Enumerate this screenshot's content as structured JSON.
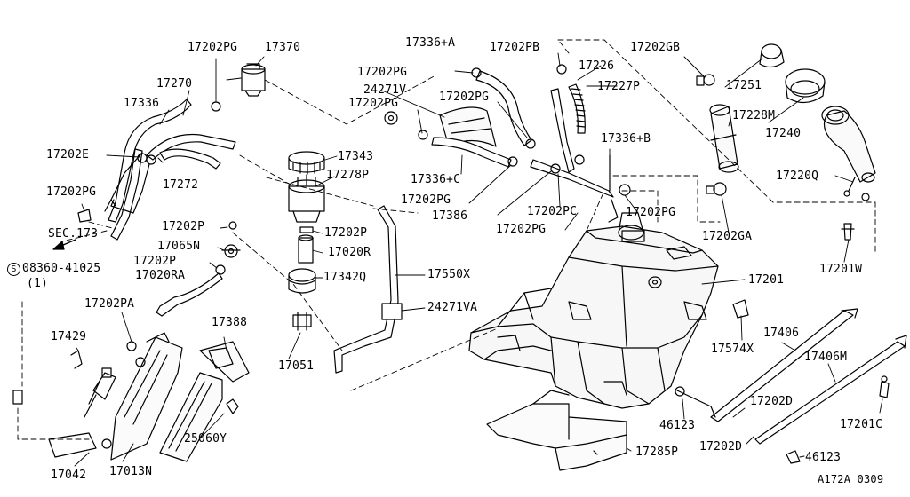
{
  "diagram_code": "A172A 0309",
  "sec_ref": {
    "line1": "SEC.173",
    "line2_symbol": "S",
    "line2": "08360-41025",
    "line3": "(1)"
  },
  "labels": {
    "p17202PG_a": "17202PG",
    "p17370": "17370",
    "p17270": "17270",
    "p17336": "17336",
    "p17202E": "17202E",
    "p17202PG_b": "17202PG",
    "p17272": "17272",
    "p17336A": "17336+A",
    "p17202PG_c": "17202PG",
    "p24271V": "24271V",
    "p17202PG_d": "17202PG",
    "p17202PG_e": "17202PG",
    "p17202PB": "17202PB",
    "p17226": "17226",
    "p17227P": "17227P",
    "p17202GB": "17202GB",
    "p17251": "17251",
    "p17228M": "17228M",
    "p17240": "17240",
    "p17220Q": "17220Q",
    "p17336B": "17336+B",
    "p17343": "17343",
    "p17278P": "17278P",
    "p17336C": "17336+C",
    "p17202PG_f": "17202PG",
    "p17386": "17386",
    "p17202PC": "17202PC",
    "p17202PG_g": "17202PG",
    "p17202PG_h": "17202PG",
    "p17202GA": "17202GA",
    "p17202P_a": "17202P",
    "p17202P_b": "17202P",
    "p17065N": "17065N",
    "p17020R": "17020R",
    "p17202P_c": "17202P",
    "p17342Q": "17342Q",
    "p17020RA": "17020RA",
    "p17550X": "17550X",
    "p17201W": "17201W",
    "p17201": "17201",
    "p17202PA": "17202PA",
    "p24271VA": "24271VA",
    "p17388": "17388",
    "p17429": "17429",
    "p17574X": "17574X",
    "p17406": "17406",
    "p17406M": "17406M",
    "p17051": "17051",
    "p46123_a": "46123",
    "p17202D_a": "17202D",
    "p17201C": "17201C",
    "p25060Y": "25060Y",
    "p17202D_b": "17202D",
    "p46123_b": "46123",
    "p17042": "17042",
    "p17013N": "17013N",
    "p17285P": "17285P"
  }
}
